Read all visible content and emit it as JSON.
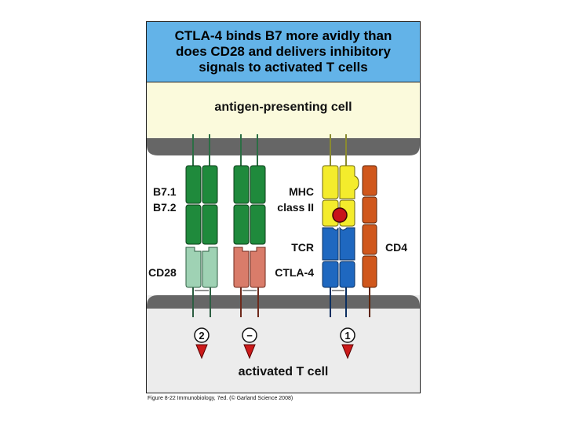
{
  "title": "CTLA-4 binds B7 more avidly than\ndoes CD28 and delivers inhibitory\nsignals to activated T cells",
  "apc_label": "antigen-presenting cell",
  "tcell_label": "activated T cell",
  "labels": {
    "b71": "B7.1",
    "b72": "B7.2",
    "cd28": "CD28",
    "mhc1": "MHC",
    "mhc2": "class II",
    "tcr": "TCR",
    "ctla4": "CTLA-4",
    "cd4": "CD4"
  },
  "signals": {
    "s2": "2",
    "sminus": "−",
    "s1": "1"
  },
  "caption": "Figure 8-22 Immunobiology, 7ed. (© Garland Science 2008)",
  "colors": {
    "title_bg": "#63b3e8",
    "apc_bg": "#fbfadc",
    "tcell_bg": "#ececec",
    "membrane": "#666666",
    "b7": "#1f8a3c",
    "cd28": "#9fd2b4",
    "ctla4": "#d97c6a",
    "mhc": "#f4ec2c",
    "tcr": "#1f68c0",
    "cd4": "#d0571c",
    "peptide": "#c8121a",
    "arrow": "#cc1a1a"
  }
}
